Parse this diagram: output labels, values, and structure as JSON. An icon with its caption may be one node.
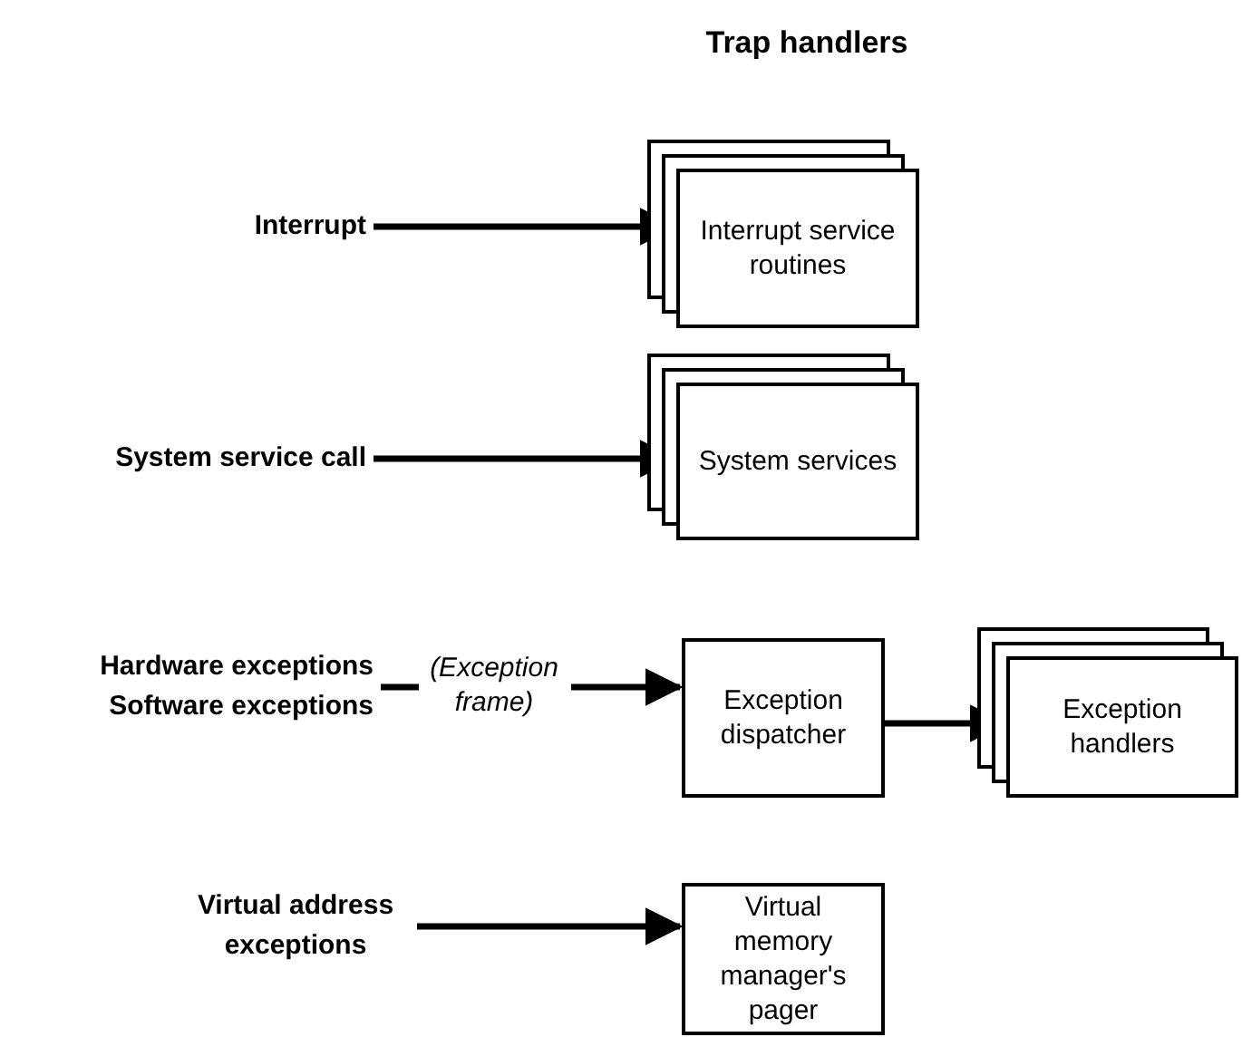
{
  "diagram": {
    "title": "Trap handlers",
    "nodes": [
      {
        "text": [
          "Interrupt"
        ]
      },
      {
        "text": [
          "Interrupt service routines"
        ]
      },
      {
        "text": [
          "System service call"
        ]
      },
      {
        "text": [
          "System services"
        ]
      },
      {
        "text": [
          "Hardware exceptions",
          "Software exceptions"
        ]
      },
      {
        "text": [
          "Exception dispatcher"
        ]
      },
      {
        "text": [
          "Exception handlers"
        ]
      },
      {
        "text": [
          "Virtual address exceptions"
        ]
      },
      {
        "text": [
          "Virtual memory manager's pager"
        ]
      }
    ],
    "edges": [
      {
        "from": 0,
        "to": 1,
        "arrow": "to"
      },
      {
        "from": 2,
        "to": 3,
        "arrow": "to"
      },
      {
        "from": 4,
        "to": 5,
        "arrow": "to",
        "label": "(Exception frame)"
      },
      {
        "from": 5,
        "to": 6,
        "arrow": "to"
      },
      {
        "from": 7,
        "to": 8,
        "arrow": "to"
      }
    ]
  }
}
